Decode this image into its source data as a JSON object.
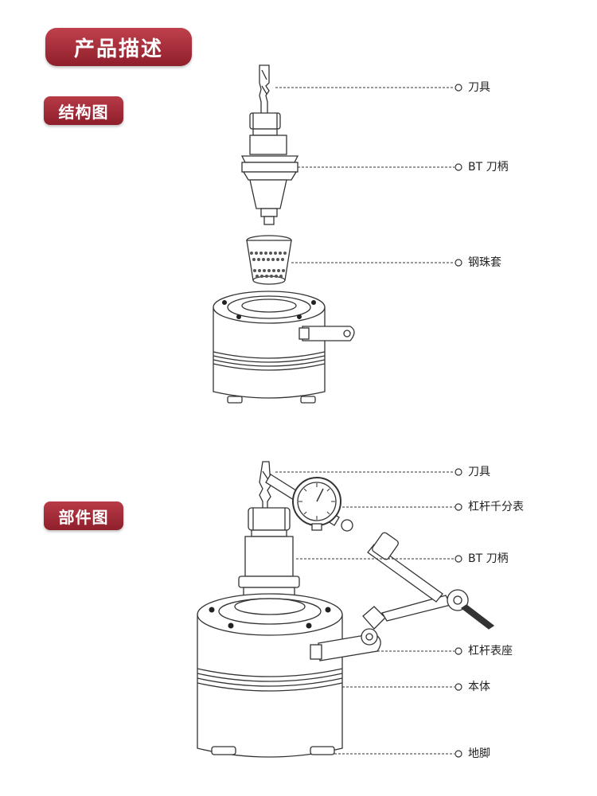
{
  "header": {
    "title": "产品描述"
  },
  "sections": [
    {
      "title": "结构图",
      "labels": [
        "刀具",
        "BT 刀柄",
        "钢珠套"
      ]
    },
    {
      "title": "部件图",
      "labels": [
        "刀具",
        "杠杆千分表",
        "BT 刀柄",
        "杠杆表座",
        "本体",
        "地脚"
      ]
    }
  ],
  "colors": {
    "accent": "#9a2633",
    "line": "#333333"
  },
  "icons": [
    "callout-dot-icon"
  ]
}
